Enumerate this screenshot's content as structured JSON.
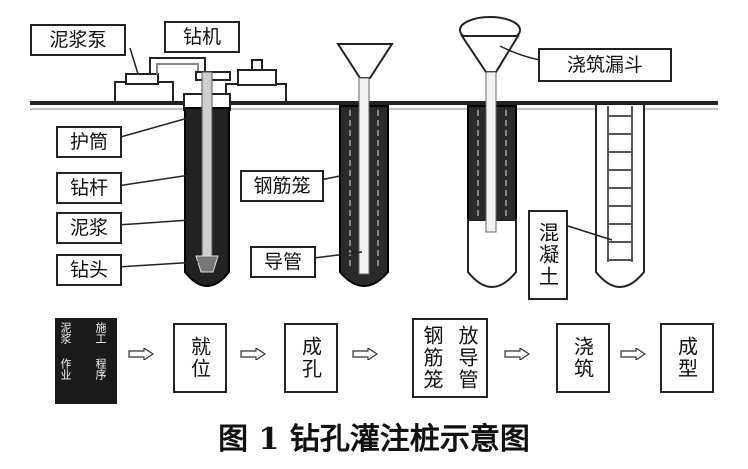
{
  "diagram": {
    "caption": "图 1  钻孔灌注桩示意图",
    "equipment_labels": {
      "mud_pump": "泥浆泵",
      "drill": "钻机",
      "casing": "护筒",
      "drill_rod": "钻杆",
      "mud": "泥浆",
      "drill_bit": "钻头",
      "rebar_cage": "钢筋笼",
      "guide_pipe": "导管",
      "pour_funnel": "浇筑漏斗",
      "concrete": "混凝土"
    },
    "process": {
      "title_col1": "泥浆",
      "title_col2": "作业",
      "title_col3": "施工",
      "title_col4": "程序",
      "steps": [
        "就位",
        "成孔",
        "放导管",
        "钢筋笼",
        "浇筑",
        "成型"
      ]
    }
  }
}
